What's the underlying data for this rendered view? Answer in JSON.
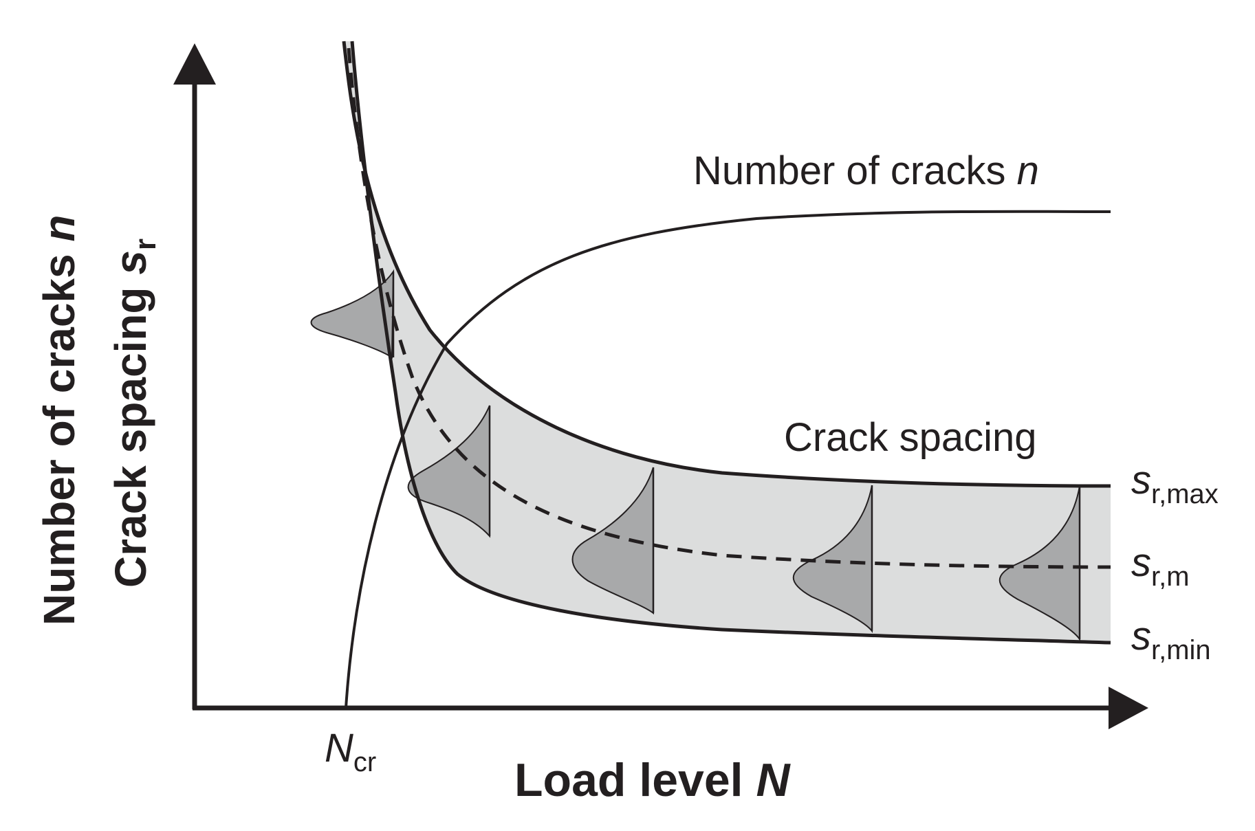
{
  "axes": {
    "x_label_text": "Load level ",
    "x_label_var": "N",
    "y_label_line1_text": "Number of cracks ",
    "y_label_line1_var": "n",
    "y_label_line2_text": "Crack spacing ",
    "y_label_line2_var": "s",
    "y_label_line2_sub": "r"
  },
  "markers": {
    "ncr_var": "N",
    "ncr_sub": "cr"
  },
  "curves": {
    "number_of_cracks_text": "Number of cracks ",
    "number_of_cracks_var": "n",
    "crack_spacing_text": "Crack spacing"
  },
  "bounds": {
    "max_var": "s",
    "max_sub": "r,max",
    "mean_var": "s",
    "mean_sub": "r,m",
    "min_var": "s",
    "min_sub": "r,min"
  },
  "colors": {
    "ink": "#231f20",
    "band_fill": "#dcdddd",
    "distribution_fill": "#a8a9aa"
  }
}
